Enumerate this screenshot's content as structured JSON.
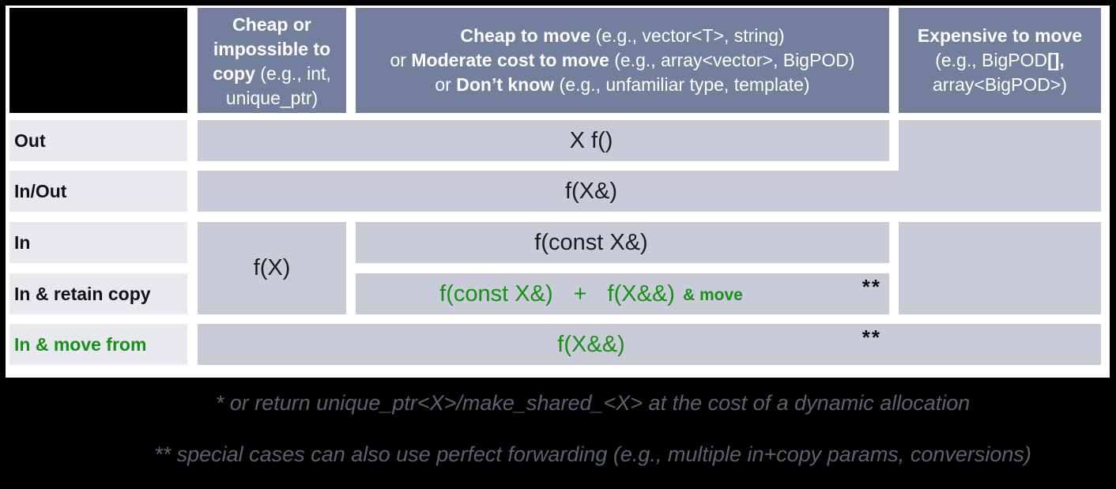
{
  "colors": {
    "header_bg": "#747e9d",
    "cell_bg": "#c9ccd8",
    "label_bg": "#e7e9ee",
    "green": "#169016",
    "footer_text": "#5b6170",
    "frame": "#000000"
  },
  "header": {
    "col1": {
      "bold": "Cheap or impossible to copy",
      "rest": " (e.g., int, unique_ptr)"
    },
    "col2": {
      "l1_bold": "Cheap to move",
      "l1_rest": " (e.g., vector<T>, string)",
      "l2_pre": "or ",
      "l2_bold": "Moderate cost to move",
      "l2_rest": " (e.g., array<vector>, BigPOD)",
      "l3_pre": "or ",
      "l3_bold": "Don’t know",
      "l3_rest": " (e.g., unfamiliar type, template)"
    },
    "col3": {
      "l1_bold": "Expensive to move",
      "l2_pre": "(e.g., BigPOD",
      "l2_bold": "[],",
      "l3": "array<BigPOD>)"
    }
  },
  "rows": {
    "out": "Out",
    "inout": "In/Out",
    "in": "In",
    "retain": "In & retain copy",
    "move": "In & move from"
  },
  "cells": {
    "out": "X f()",
    "inout": "f(X&)",
    "copy_span": "f(X)",
    "in": "f(const X&)",
    "retain_a": "f(const X&)",
    "retain_plus": "+",
    "retain_b": "f(X&&)",
    "retain_small": "& move",
    "move": "f(X&&)",
    "stars": "**"
  },
  "footnotes": {
    "line1": "* or return unique_ptr<X>/make_shared_<X> at the cost of a dynamic allocation",
    "line2": "** special cases can also use perfect forwarding (e.g., multiple in+copy params, conversions)"
  }
}
